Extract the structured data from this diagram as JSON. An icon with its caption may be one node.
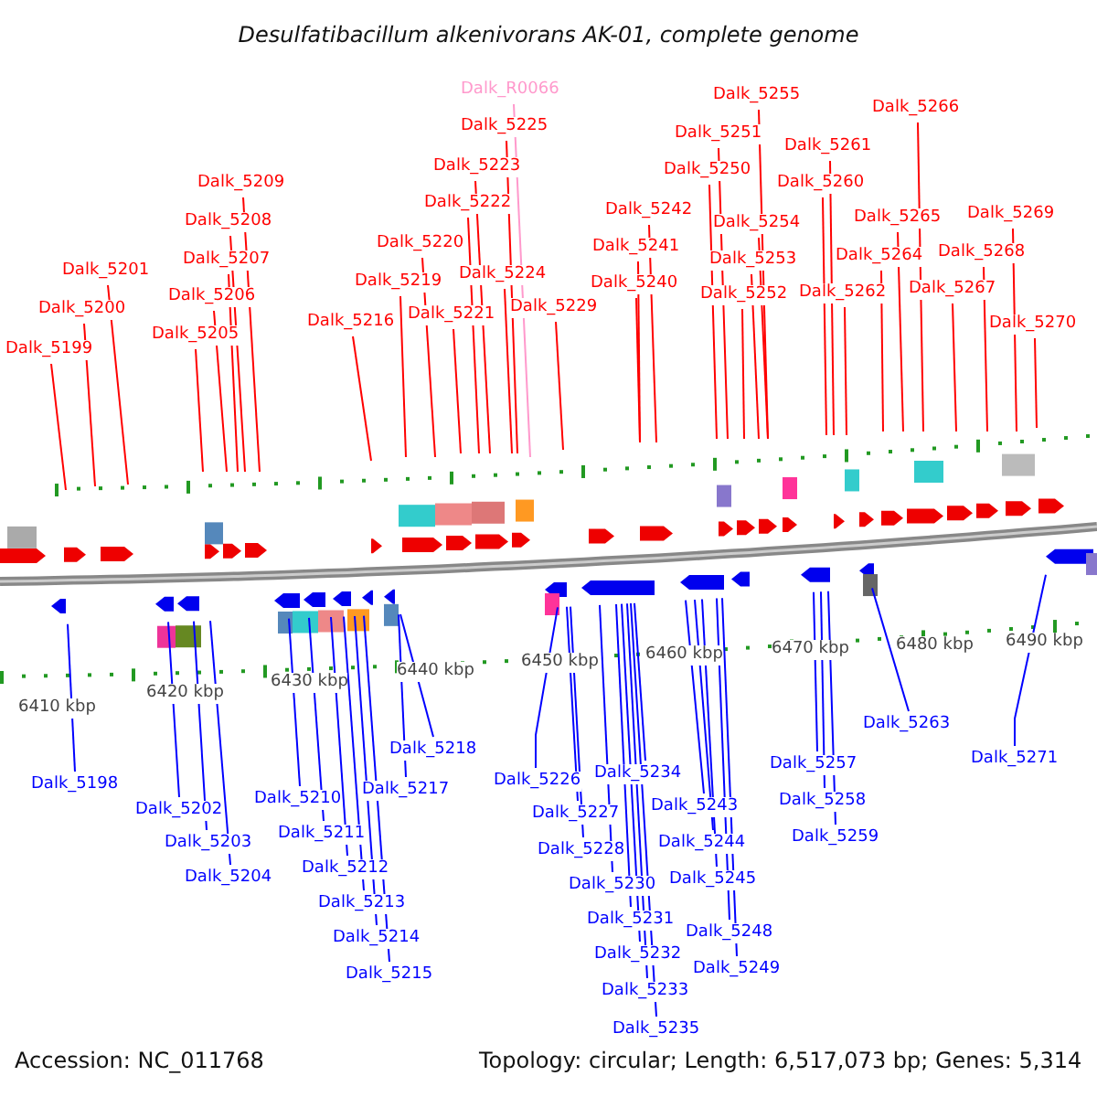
{
  "diagram": {
    "title": "Desulfatibacillum alkenivorans AK-01, complete genome",
    "nodes": [
      {
        "text": [
          "Dalk_R0066"
        ]
      },
      {
        "text": [
          "Dalk_5225"
        ]
      },
      {
        "text": [
          "Dalk_5223"
        ]
      },
      {
        "text": [
          "Dalk_5222"
        ]
      },
      {
        "text": [
          "Dalk_5220"
        ]
      },
      {
        "text": [
          "Dalk_5219"
        ]
      },
      {
        "text": [
          "Dalk_5224"
        ]
      },
      {
        "text": [
          "Dalk_5221"
        ]
      },
      {
        "text": [
          "Dalk_5216"
        ]
      },
      {
        "text": [
          "Dalk_5209"
        ]
      },
      {
        "text": [
          "Dalk_5208"
        ]
      },
      {
        "text": [
          "Dalk_5207"
        ]
      },
      {
        "text": [
          "Dalk_5206"
        ]
      },
      {
        "text": [
          "Dalk_5205"
        ]
      },
      {
        "text": [
          "Dalk_5201"
        ]
      },
      {
        "text": [
          "Dalk_5200"
        ]
      },
      {
        "text": [
          "Dalk_5199"
        ]
      },
      {
        "text": [
          "Dalk_5229"
        ]
      },
      {
        "text": [
          "Dalk_5255"
        ]
      },
      {
        "text": [
          "Dalk_5251"
        ]
      },
      {
        "text": [
          "Dalk_5250"
        ]
      },
      {
        "text": [
          "Dalk_5242"
        ]
      },
      {
        "text": [
          "Dalk_5241"
        ]
      },
      {
        "text": [
          "Dalk_5240"
        ]
      },
      {
        "text": [
          "Dalk_5254"
        ]
      },
      {
        "text": [
          "Dalk_5253"
        ]
      },
      {
        "text": [
          "Dalk_5252"
        ]
      },
      {
        "text": [
          "Dalk_5261"
        ]
      },
      {
        "text": [
          "Dalk_5260"
        ]
      },
      {
        "text": [
          "Dalk_5262"
        ]
      },
      {
        "text": [
          "Dalk_5266"
        ]
      },
      {
        "text": [
          "Dalk_5265"
        ]
      },
      {
        "text": [
          "Dalk_5264"
        ]
      },
      {
        "text": [
          "Dalk_5267"
        ]
      },
      {
        "text": [
          "Dalk_5269"
        ]
      },
      {
        "text": [
          "Dalk_5268"
        ]
      },
      {
        "text": [
          "Dalk_5270"
        ]
      },
      {
        "text": [
          "Dalk_5198"
        ]
      },
      {
        "text": [
          "Dalk_5202"
        ]
      },
      {
        "text": [
          "Dalk_5203"
        ]
      },
      {
        "text": [
          "Dalk_5204"
        ]
      },
      {
        "text": [
          "Dalk_5210"
        ]
      },
      {
        "text": [
          "Dalk_5211"
        ]
      },
      {
        "text": [
          "Dalk_5212"
        ]
      },
      {
        "text": [
          "Dalk_5213"
        ]
      },
      {
        "text": [
          "Dalk_5214"
        ]
      },
      {
        "text": [
          "Dalk_5215"
        ]
      },
      {
        "text": [
          "Dalk_5217"
        ]
      },
      {
        "text": [
          "Dalk_5218"
        ]
      },
      {
        "text": [
          "Dalk_5226"
        ]
      },
      {
        "text": [
          "Dalk_5227"
        ]
      },
      {
        "text": [
          "Dalk_5228"
        ]
      },
      {
        "text": [
          "Dalk_5230"
        ]
      },
      {
        "text": [
          "Dalk_5231"
        ]
      },
      {
        "text": [
          "Dalk_5232"
        ]
      },
      {
        "text": [
          "Dalk_5233"
        ]
      },
      {
        "text": [
          "Dalk_5235"
        ]
      },
      {
        "text": [
          "Dalk_5234"
        ]
      },
      {
        "text": [
          "Dalk_5243"
        ]
      },
      {
        "text": [
          "Dalk_5244"
        ]
      },
      {
        "text": [
          "Dalk_5245"
        ]
      },
      {
        "text": [
          "Dalk_5248"
        ]
      },
      {
        "text": [
          "Dalk_5249"
        ]
      },
      {
        "text": [
          "Dalk_5257"
        ]
      },
      {
        "text": [
          "Dalk_5258"
        ]
      },
      {
        "text": [
          "Dalk_5259"
        ]
      },
      {
        "text": [
          "Dalk_5263"
        ]
      },
      {
        "text": [
          "Dalk_5271"
        ]
      }
    ],
    "edges": [
      {
        "from": 0,
        "to": null,
        "arrow": "none",
        "color": "#ff99cc"
      },
      {
        "from": 1,
        "to": null,
        "arrow": "none"
      },
      {
        "from": 2,
        "to": null,
        "arrow": "none"
      },
      {
        "from": 3,
        "to": null,
        "arrow": "none"
      },
      {
        "from": 4,
        "to": null,
        "arrow": "none"
      },
      {
        "from": 5,
        "to": null,
        "arrow": "none"
      },
      {
        "from": 6,
        "to": null,
        "arrow": "none"
      },
      {
        "from": 7,
        "to": null,
        "arrow": "none"
      },
      {
        "from": 8,
        "to": null,
        "arrow": "none"
      },
      {
        "from": 9,
        "to": null,
        "arrow": "none"
      },
      {
        "from": 10,
        "to": null,
        "arrow": "none"
      },
      {
        "from": 11,
        "to": null,
        "arrow": "none"
      },
      {
        "from": 12,
        "to": null,
        "arrow": "none"
      },
      {
        "from": 13,
        "to": null,
        "arrow": "none"
      },
      {
        "from": 14,
        "to": null,
        "arrow": "none"
      },
      {
        "from": 15,
        "to": null,
        "arrow": "none"
      },
      {
        "from": 16,
        "to": null,
        "arrow": "none"
      },
      {
        "from": 17,
        "to": null,
        "arrow": "none"
      },
      {
        "from": 18,
        "to": null,
        "arrow": "none"
      },
      {
        "from": 19,
        "to": null,
        "arrow": "none"
      },
      {
        "from": 20,
        "to": null,
        "arrow": "none"
      },
      {
        "from": 21,
        "to": null,
        "arrow": "none"
      },
      {
        "from": 22,
        "to": null,
        "arrow": "none"
      },
      {
        "from": 23,
        "to": null,
        "arrow": "none"
      },
      {
        "from": 24,
        "to": null,
        "arrow": "none"
      },
      {
        "from": 25,
        "to": null,
        "arrow": "none"
      },
      {
        "from": 26,
        "to": null,
        "arrow": "none"
      },
      {
        "from": 27,
        "to": null,
        "arrow": "none"
      },
      {
        "from": 28,
        "to": null,
        "arrow": "none"
      },
      {
        "from": 29,
        "to": null,
        "arrow": "none"
      },
      {
        "from": 30,
        "to": null,
        "arrow": "none"
      },
      {
        "from": 31,
        "to": null,
        "arrow": "none"
      },
      {
        "from": 32,
        "to": null,
        "arrow": "none"
      },
      {
        "from": 33,
        "to": null,
        "arrow": "none"
      },
      {
        "from": 34,
        "to": null,
        "arrow": "none"
      },
      {
        "from": 35,
        "to": null,
        "arrow": "none"
      },
      {
        "from": 36,
        "to": null,
        "arrow": "none"
      },
      {
        "from": 37,
        "to": null,
        "arrow": "none",
        "color": "#0000ff"
      },
      {
        "from": 38,
        "to": null,
        "arrow": "none",
        "color": "#0000ff"
      },
      {
        "from": 39,
        "to": null,
        "arrow": "none",
        "color": "#0000ff"
      },
      {
        "from": 40,
        "to": null,
        "arrow": "none",
        "color": "#0000ff"
      },
      {
        "from": 41,
        "to": null,
        "arrow": "none",
        "color": "#0000ff"
      },
      {
        "from": 42,
        "to": null,
        "arrow": "none",
        "color": "#0000ff"
      },
      {
        "from": 43,
        "to": null,
        "arrow": "none",
        "color": "#0000ff"
      },
      {
        "from": 44,
        "to": null,
        "arrow": "none",
        "color": "#0000ff"
      },
      {
        "from": 45,
        "to": null,
        "arrow": "none",
        "color": "#0000ff"
      },
      {
        "from": 46,
        "to": null,
        "arrow": "none",
        "color": "#0000ff"
      },
      {
        "from": 47,
        "to": null,
        "arrow": "none",
        "color": "#0000ff"
      },
      {
        "from": 48,
        "to": null,
        "arrow": "none",
        "color": "#0000ff"
      },
      {
        "from": 49,
        "to": null,
        "arrow": "none",
        "color": "#0000ff"
      },
      {
        "from": 50,
        "to": null,
        "arrow": "none",
        "color": "#0000ff"
      },
      {
        "from": 51,
        "to": null,
        "arrow": "none",
        "color": "#0000ff"
      },
      {
        "from": 52,
        "to": null,
        "arrow": "none",
        "color": "#0000ff"
      },
      {
        "from": 53,
        "to": null,
        "arrow": "none",
        "color": "#0000ff"
      },
      {
        "from": 54,
        "to": null,
        "arrow": "none",
        "color": "#0000ff"
      },
      {
        "from": 55,
        "to": null,
        "arrow": "none",
        "color": "#0000ff"
      },
      {
        "from": 56,
        "to": null,
        "arrow": "none",
        "color": "#0000ff"
      },
      {
        "from": 57,
        "to": null,
        "arrow": "none",
        "color": "#0000ff"
      },
      {
        "from": 58,
        "to": null,
        "arrow": "none",
        "color": "#0000ff"
      },
      {
        "from": 59,
        "to": null,
        "arrow": "none",
        "color": "#0000ff"
      },
      {
        "from": 60,
        "to": null,
        "arrow": "none",
        "color": "#0000ff"
      },
      {
        "from": 61,
        "to": null,
        "arrow": "none",
        "color": "#0000ff"
      },
      {
        "from": 62,
        "to": null,
        "arrow": "none",
        "color": "#0000ff"
      },
      {
        "from": 63,
        "to": null,
        "arrow": "none",
        "color": "#0000ff"
      },
      {
        "from": 64,
        "to": null,
        "arrow": "none",
        "color": "#0000ff"
      },
      {
        "from": 65,
        "to": null,
        "arrow": "none",
        "color": "#0000ff"
      },
      {
        "from": 66,
        "to": null,
        "arrow": "none",
        "color": "#0000ff"
      },
      {
        "from": 67,
        "to": null,
        "arrow": "none",
        "color": "#0000ff"
      }
    ],
    "labels": [
      "6410 kbp",
      "6420 kbp",
      "6430 kbp",
      "6440 kbp",
      "6450 kbp",
      "6460 kbp",
      "6470 kbp",
      "6480 kbp",
      "6490 kbp",
      "Accession: NC_011768",
      "Topology: circular; Length: 6,517,073 bp; Genes: 5,314"
    ]
  }
}
